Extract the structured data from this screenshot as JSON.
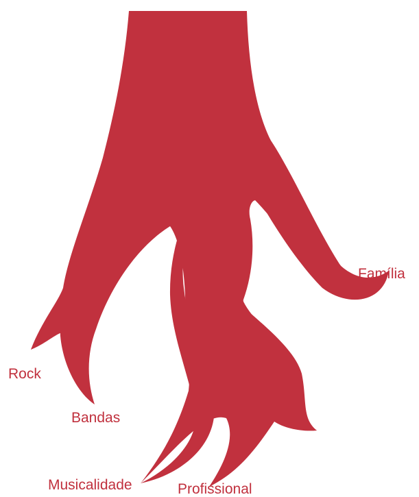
{
  "colors": {
    "root_top": "#ffffff",
    "root_mid": "#d05a64",
    "root_bottom": "#c1313e",
    "label": "#c0303d"
  },
  "labels": {
    "familia": "Família",
    "rock": "Rock",
    "bandas": "Bandas",
    "musicalidade": "Musicalidade",
    "profissional": "Profissional"
  }
}
